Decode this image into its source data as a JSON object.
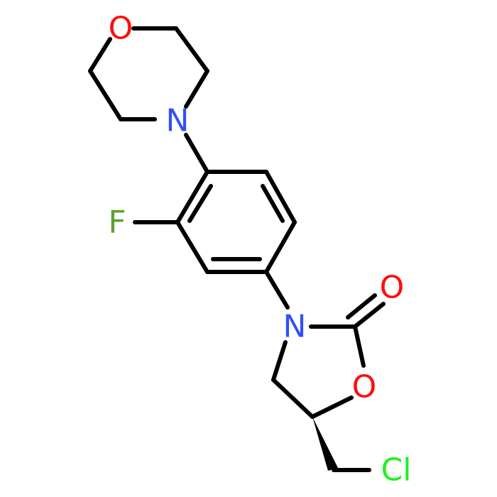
{
  "atoms": [
    {
      "label": "O",
      "color": "#ff0d0d"
    },
    {
      "label": "N",
      "color": "#3050f8"
    },
    {
      "label": "F",
      "color": "#5ca130"
    },
    {
      "label": "N",
      "color": "#3050f8"
    },
    {
      "label": "O",
      "color": "#ff0d0d"
    },
    {
      "label": "O",
      "color": "#ff0d0d"
    },
    {
      "label": "Cl",
      "color": "#1ff01f"
    }
  ],
  "colors": {
    "bond": "#000000",
    "background": "#ffffff"
  }
}
